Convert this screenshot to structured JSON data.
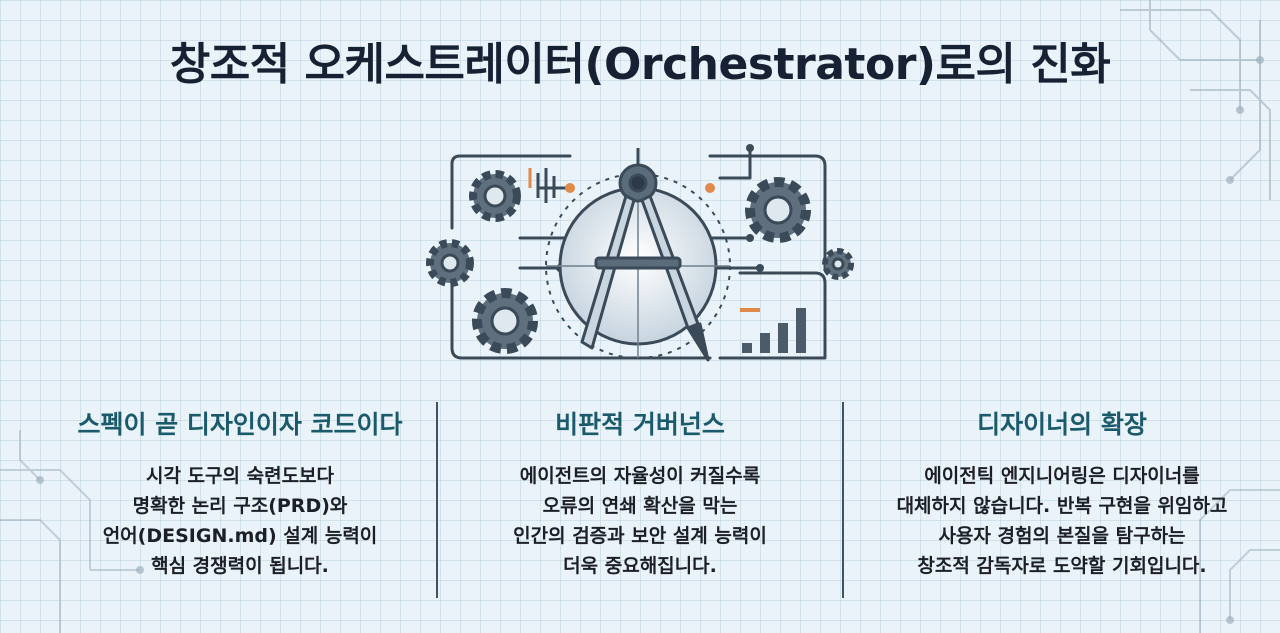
{
  "title": "창조적 오케스트레이터(Orchestrator)로의 진화",
  "columns": [
    {
      "heading": "스펙이 곧 디자인이자 코드이다",
      "lines": [
        "시각 도구의 숙련도보다",
        "명확한 논리 구조(PRD)와",
        "언어(DESIGN.md) 설계 능력이",
        "핵심 경쟁력이 됩니다."
      ]
    },
    {
      "heading": "비판적 거버넌스",
      "lines": [
        "에이전트의 자율성이 커질수록",
        "오류의 연쇄 확산을 막는",
        "인간의 검증과 보안 설계 능력이",
        "더욱 중요해집니다."
      ]
    },
    {
      "heading": "디자이너의 확장",
      "lines": [
        "에이전틱 엔지니어링은 디자이너를",
        "대체하지 않습니다. 반복 구현을 위임하고",
        "사용자 경험의 본질을 탐구하는",
        "창조적 감독자로 도약할 기회입니다."
      ]
    }
  ],
  "colors": {
    "title": "#162233",
    "heading": "#1b5a6b",
    "line_art": "#3a4a58",
    "accent": "#e08a4a"
  },
  "icons": [
    "compass-icon",
    "gear-icon",
    "bar-chart-icon",
    "circuit-lines"
  ]
}
